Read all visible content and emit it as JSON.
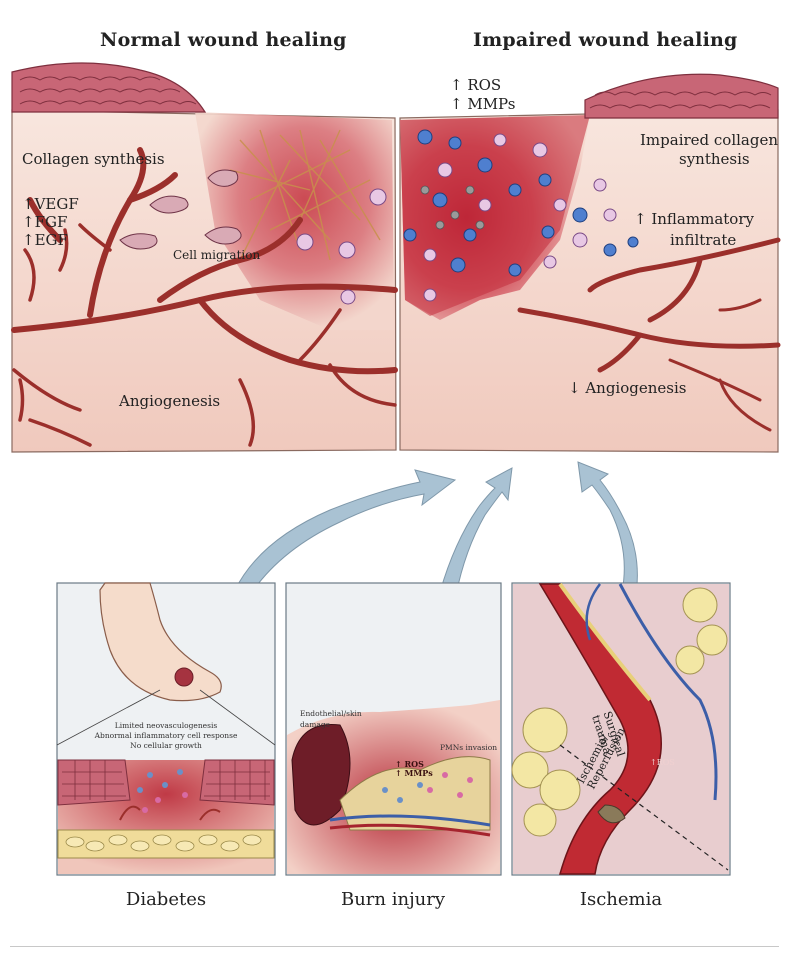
{
  "top_panels": {
    "normal": {
      "heading": "Normal wound healing",
      "collagen": "Collagen synthesis",
      "growth_factors": [
        "↑VEGF",
        "↑FGF",
        "↑EGF"
      ],
      "cell_migration": "Cell migration",
      "angiogenesis": "Angiogenesis"
    },
    "impaired": {
      "heading": "Impaired wound healing",
      "ros": "↑ ROS",
      "mmps": "↑ MMPs",
      "collagen_line1": "Impaired collagen",
      "collagen_line2": "synthesis",
      "inflammatory_line1": "↑ Inflammatory",
      "inflammatory_line2": "infiltrate",
      "angiogenesis": "↓ Angiogenesis"
    }
  },
  "bottom_panels": {
    "diabetes": {
      "caption": "Diabetes",
      "note_lines": [
        "Limited neovasculogenesis",
        "Abnormal inflammatory cell response",
        "No cellular growth"
      ]
    },
    "burn": {
      "caption": "Burn injury",
      "damage_line1": "Endothelial/skin",
      "damage_line2": "damage",
      "ros": "↑ ROS",
      "mmps": "↑ MMPs",
      "pmn": "PMNs invasion"
    },
    "ischemia": {
      "caption": "Ischemia",
      "surgical_line1": "Surgical",
      "surgical_line2": "trauma",
      "reperfusion_line1": "Ischemia/",
      "reperfusion_line2": "Reperfusion",
      "ros": "↑ROS"
    }
  },
  "colors": {
    "tissue_light": "#f6ddd3",
    "tissue_red": "#c9414a",
    "vessel": "#9b2f2b",
    "epithelium": "#b85a6a",
    "arrow": "#a9c2d3",
    "box_bg": "#eef1f3"
  }
}
